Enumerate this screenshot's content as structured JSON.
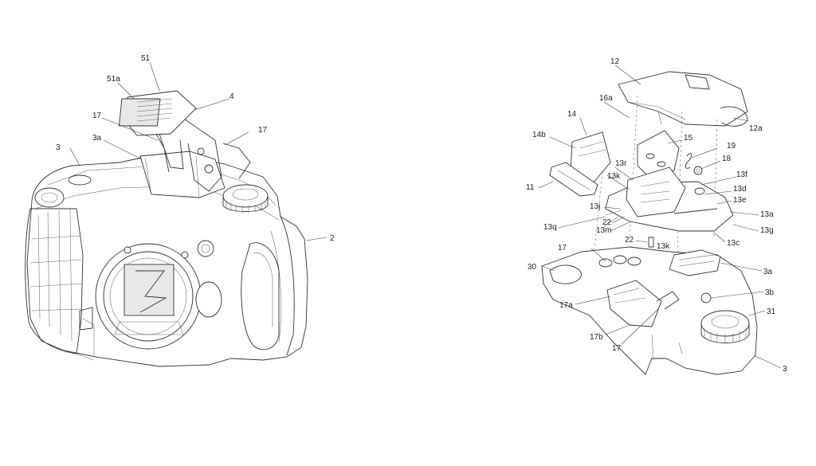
{
  "figure": {
    "left_view": {
      "labels": {
        "l51": "51",
        "l51a": "51a",
        "l4": "4",
        "l17a": "17",
        "l17b": "17",
        "l3": "3",
        "l3a": "3a",
        "l2": "2"
      }
    },
    "right_view": {
      "labels": {
        "l12": "12",
        "l16a": "16a",
        "l12a": "12a",
        "l14": "14",
        "l14b": "14b",
        "l15": "15",
        "l19": "19",
        "l18": "18",
        "l13f": "13f",
        "l13r": "13r",
        "l13k_top": "13k",
        "l11": "11",
        "l13d": "13d",
        "l13e": "13e",
        "l13j": "13j",
        "l13a": "13a",
        "l22a": "22",
        "l13q": "13q",
        "l13m": "13m",
        "l13g": "13g",
        "l13c": "13c",
        "l22b": "22",
        "l13k_bot": "13k",
        "l17_top": "17",
        "l30": "30",
        "l3a": "3a",
        "l3b": "3b",
        "l31": "31",
        "l17a": "17a",
        "l17b": "17b",
        "l17_bot": "17",
        "l3": "3"
      }
    }
  }
}
